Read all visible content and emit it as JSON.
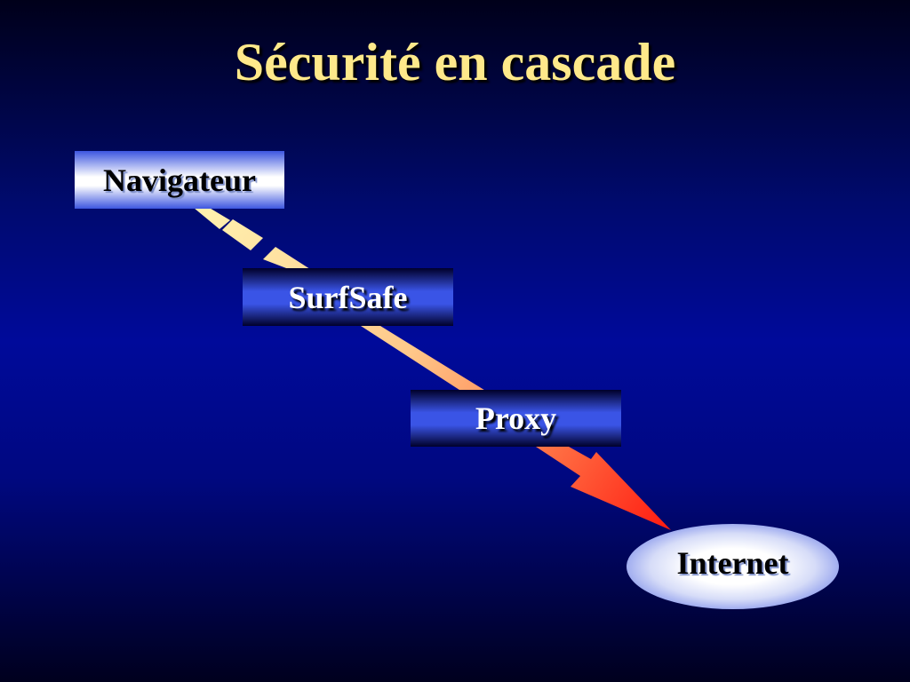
{
  "title": "Sécurité en cascade",
  "nodes": {
    "navigator": "Navigateur",
    "surfsafe": "SurfSafe",
    "proxy": "Proxy",
    "internet": "Internet"
  },
  "colors": {
    "title": "#ffe98a",
    "arrow_start": "#ffe9a0",
    "arrow_end": "#ff2a1a",
    "box_blue": "#3a54e6",
    "background": "#000a9a"
  }
}
